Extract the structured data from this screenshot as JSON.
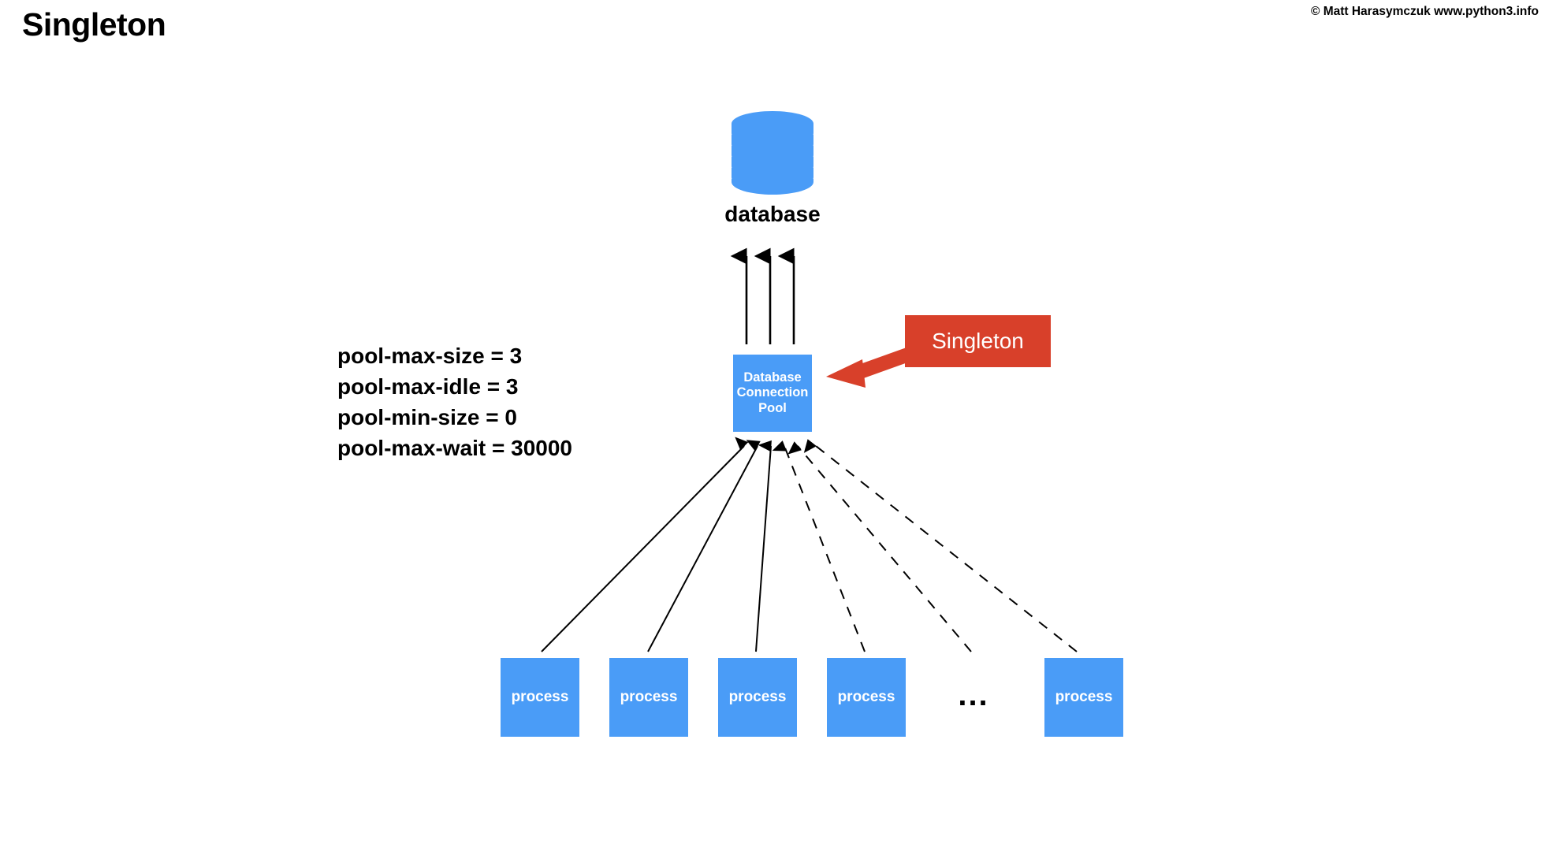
{
  "header": {
    "title": "Singleton",
    "copyright": "© Matt Harasymczuk www.python3.info"
  },
  "diagram": {
    "database": {
      "label": "database",
      "icon": "database-cylinder-icon",
      "color": "#4a9cf7",
      "layers": 6
    },
    "pool": {
      "label": "Database\nConnection\nPool",
      "line1": "Database",
      "line2": "Connection",
      "line3": "Pool",
      "color": "#4a9cf7"
    },
    "callout": {
      "label": "Singleton",
      "color": "#d8402a",
      "arrow_color": "#d8402a",
      "arrow_points_to": "pool"
    },
    "config": {
      "lines": [
        "pool-max-size = 3",
        "pool-max-idle = 3",
        "pool-min-size = 0",
        "pool-max-wait = 30000"
      ]
    },
    "processes": [
      {
        "label": "process",
        "connector": "solid"
      },
      {
        "label": "process",
        "connector": "solid"
      },
      {
        "label": "process",
        "connector": "solid"
      },
      {
        "label": "process",
        "connector": "dashed"
      },
      {
        "label": "process",
        "connector": "dashed"
      }
    ],
    "ellipsis": "...",
    "pool_to_database_arrows": 3,
    "process_to_pool_connectors": 6,
    "colors": {
      "node_blue": "#4a9cf7",
      "callout_red": "#d8402a",
      "line_black": "#000000",
      "background": "#ffffff",
      "text_white": "#ffffff",
      "text_black": "#000000"
    }
  }
}
